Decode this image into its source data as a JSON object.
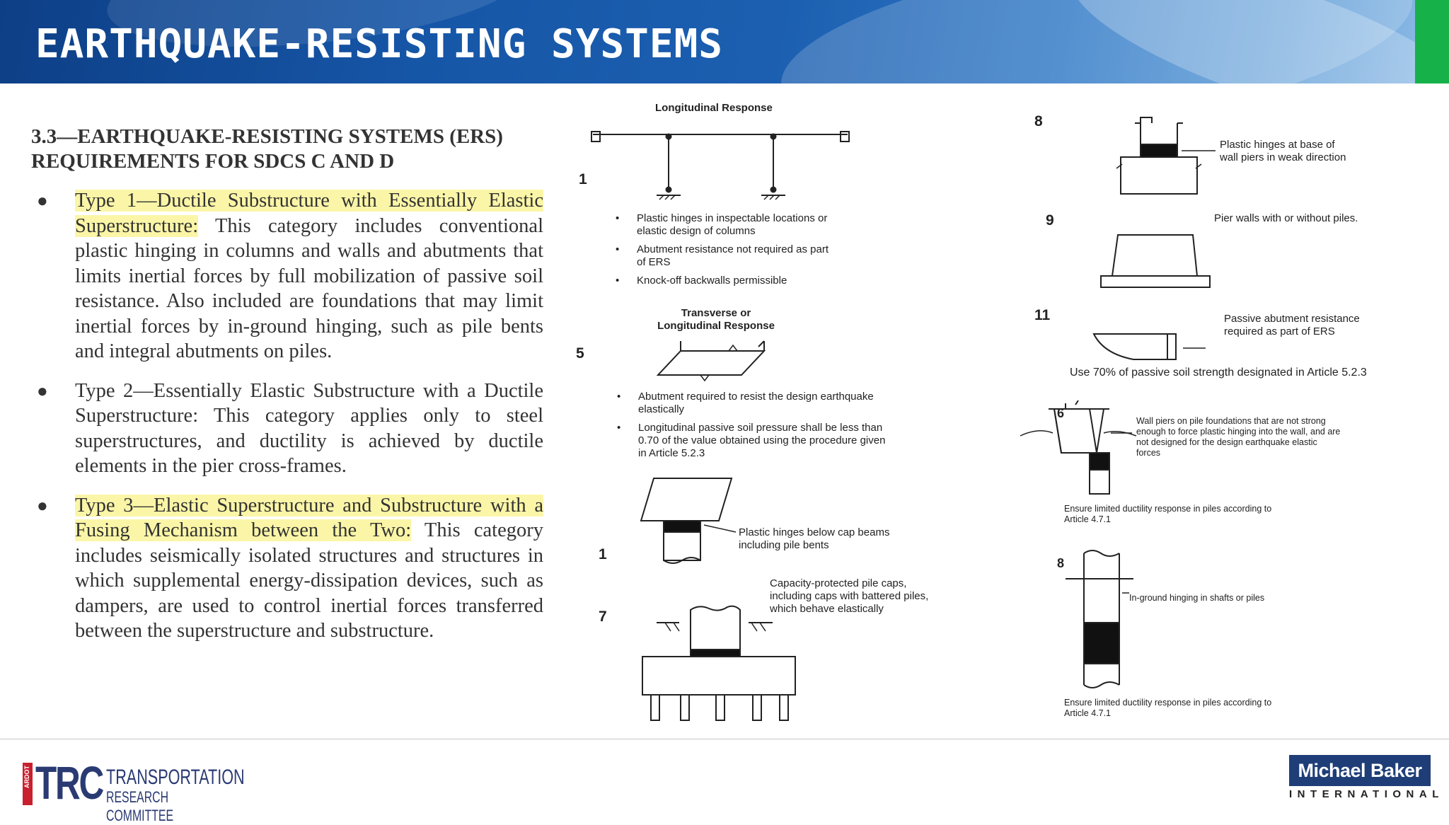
{
  "header": {
    "title": "EARTHQUAKE-RESISTING SYSTEMS"
  },
  "section": {
    "heading_line1": "3.3—EARTHQUAKE-RESISTING SYSTEMS (ERS)",
    "heading_line2": "REQUIREMENTS FOR SDCS C AND D",
    "types": [
      {
        "title": "Type 1—Ductile Substructure with Essentially Elastic Superstructure:",
        "body": " This category includes conventional plastic hinging in columns and walls and abutments that limits inertial forces by full mobilization of passive soil resistance. Also included are foundations that may limit inertial forces by in-ground hinging, such as pile bents and integral abutments on piles."
      },
      {
        "title": "Type 2—Essentially Elastic Substructure with a Ductile Superstructure:",
        "body": " This category applies only to steel superstructures, and ductility is achieved by ductile elements in the pier cross-frames."
      },
      {
        "title": "Type 3—Elastic Superstructure and Substructure with a Fusing Mechanism between the Two:",
        "body": " This category includes seismically isolated structures and structures in which supplemental energy-dissipation devices, such as dampers, are used to control inertial forces transferred between the superstructure and substructure."
      }
    ]
  },
  "figures": {
    "long_response": "Longitudinal Response",
    "n1a": "1",
    "bullets1": [
      "Plastic hinges in inspectable locations or elastic design of columns",
      "Abutment resistance not required as part of ERS",
      "Knock-off backwalls permissible"
    ],
    "trans_line1": "Transverse or",
    "trans_line2": "Longitudinal Response",
    "n5": "5",
    "bullets5": [
      "Abutment required to resist the design earthquake elastically",
      "Longitudinal passive soil pressure shall be less than 0.70 of the value obtained using the procedure given in Article 5.2.3"
    ],
    "n1b": "1",
    "hinges_below": "Plastic hinges below cap beams including pile bents",
    "n7": "7",
    "capacity_protected": "Capacity-protected pile caps, including caps with battered piles, which behave elastically",
    "n8a": "8",
    "hinges_base": "Plastic hinges at base of wall piers in weak direction",
    "n9": "9",
    "pier_walls": "Pier walls with or without piles.",
    "n11": "11",
    "passive_abutment": "Passive abutment resistance required as part of ERS",
    "use70": "Use 70% of passive soil strength designated in Article 5.2.3",
    "n6": "6",
    "wall_piers": "Wall piers on pile foundations that are not strong enough to force plastic hinging into the wall, and are not designed for the design earthquake elastic forces",
    "ensure1": "Ensure limited ductility response in piles according to Article 4.7.1",
    "n8b": "8",
    "in_ground": "In-ground hinging in shafts or piles",
    "ensure2": "Ensure limited ductility response in piles according to Article 4.7.1"
  },
  "footer": {
    "trc_side": "ARDOT",
    "trc_letters": "TRC",
    "trc_line1": "TRANSPORTATION",
    "trc_line2": "RESEARCH COMMITTEE",
    "mb_name": "Michael Baker",
    "mb_intl": "INTERNATIONAL"
  }
}
